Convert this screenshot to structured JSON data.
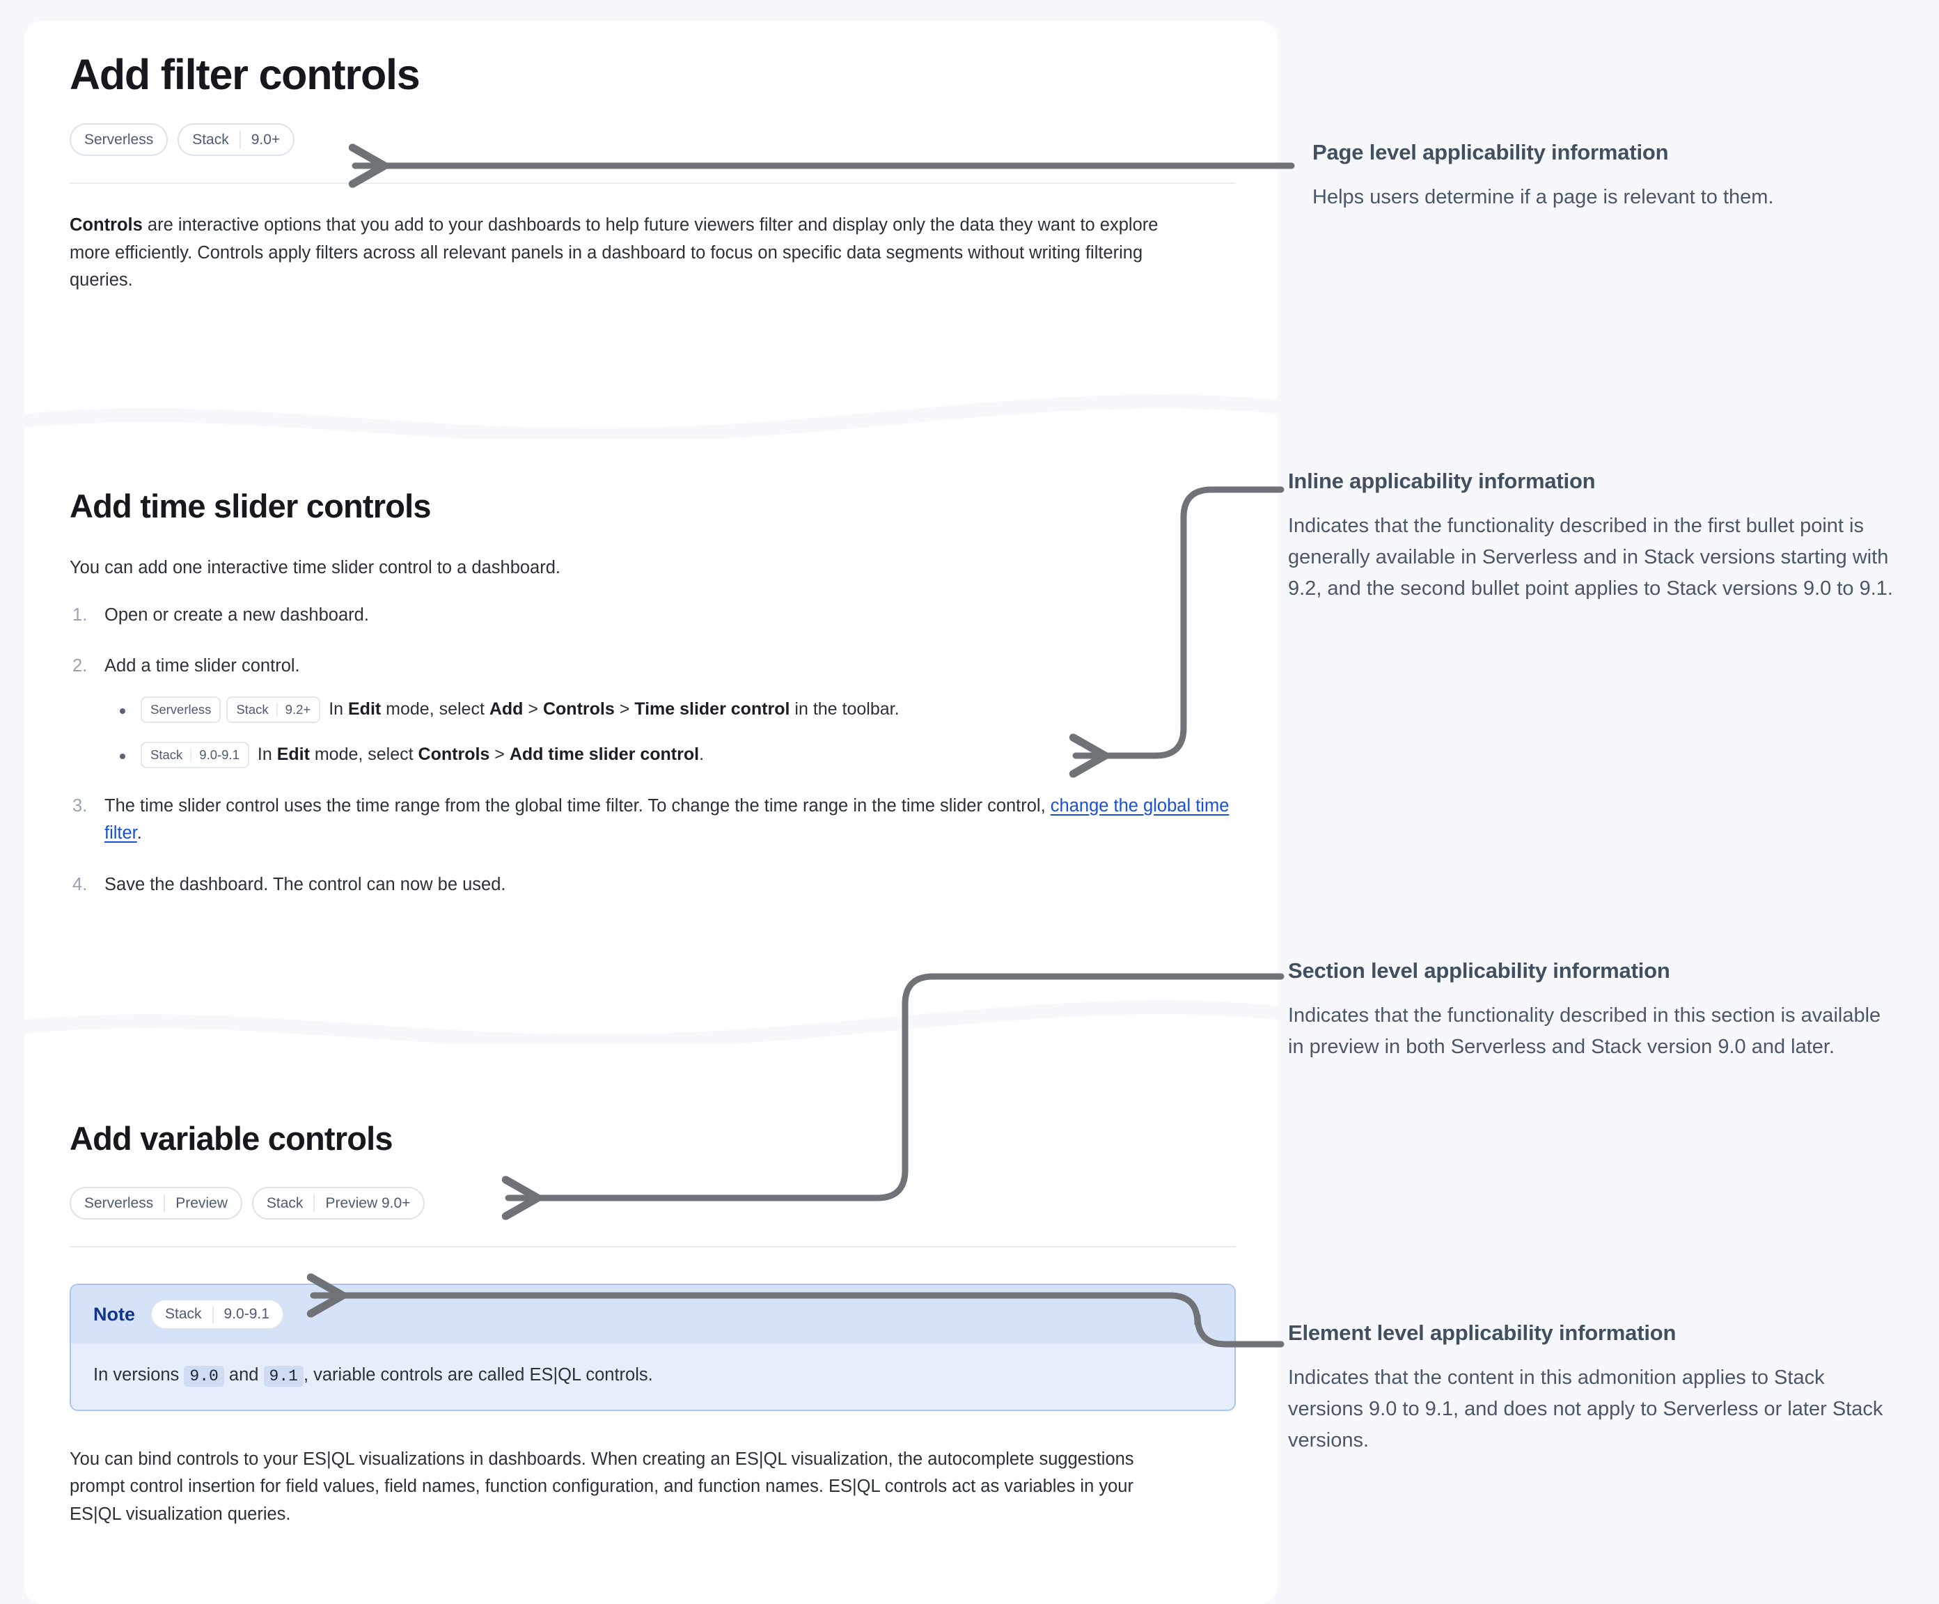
{
  "page": {
    "title": "Add filter controls",
    "applicability": [
      {
        "product": "Serverless",
        "version": ""
      },
      {
        "product": "Stack",
        "version": "9.0+"
      }
    ],
    "intro_lead": "Controls",
    "intro_rest": " are interactive options that you add to your dashboards to help future viewers filter and display only the data they want to explore more efficiently. Controls apply filters across all relevant panels in a dashboard to focus on specific data segments without writing filtering queries."
  },
  "section_time_slider": {
    "title": "Add time slider controls",
    "intro": "You can add one interactive time slider control to a dashboard.",
    "steps": [
      {
        "text": "Open or create a new dashboard."
      },
      {
        "text": "Add a time slider control."
      },
      {
        "text_a": "The time slider control uses the time range from the global time filter. To change the time range in the time slider control, ",
        "link": "change the global time filter",
        "text_b": "."
      },
      {
        "text": "Save the dashboard. The control can now be used."
      }
    ],
    "bullets": [
      {
        "badges": [
          {
            "product": "Serverless",
            "version": ""
          },
          {
            "product": "Stack",
            "version": "9.2+"
          }
        ],
        "prefix": "In ",
        "bold1": "Edit",
        "mid1": " mode, select ",
        "bold2": "Add",
        "mid2": " > ",
        "bold3": "Controls",
        "mid3": " > ",
        "bold4": "Time slider control",
        "suffix": " in the toolbar."
      },
      {
        "badges": [
          {
            "product": "Stack",
            "version": "9.0-9.1"
          }
        ],
        "prefix": "In ",
        "bold1": "Edit",
        "mid1": " mode, select ",
        "bold2": "Controls",
        "mid2": " > ",
        "bold3": "Add time slider control",
        "mid3": "",
        "bold4": "",
        "suffix": "."
      }
    ]
  },
  "section_variable": {
    "title": "Add variable controls",
    "applicability": [
      {
        "product": "Serverless",
        "version": "Preview"
      },
      {
        "product": "Stack",
        "version": "Preview 9.0+"
      }
    ],
    "note": {
      "label": "Note",
      "badge": {
        "product": "Stack",
        "version": "9.0-9.1"
      },
      "text_a": "In versions ",
      "code1": "9.0",
      "text_b": " and ",
      "code2": "9.1",
      "text_c": ", variable controls are called ES|QL controls."
    },
    "paragraph": "You can bind controls to your ES|QL visualizations in dashboards. When creating an ES|QL visualization, the autocomplete suggestions prompt control insertion for field values, field names, function configuration, and function names. ES|QL controls act as variables in your ES|QL visualization queries."
  },
  "annotations": [
    {
      "title": "Page level applicability information",
      "body": "Helps users determine if a page is relevant to them."
    },
    {
      "title": "Inline applicability information",
      "body": "Indicates that the functionality described in the first bullet point is generally available in Serverless and in Stack versions starting with 9.2, and the second bullet point applies to Stack versions 9.0 to 9.1."
    },
    {
      "title": "Section level applicability information",
      "body": "Indicates that the functionality described in this section is available in preview in both Serverless and Stack version 9.0 and later."
    },
    {
      "title": "Element level applicability information",
      "body": "Indicates that the content in this admonition applies to Stack versions 9.0 to 9.1, and does not apply to Serverless or later Stack versions."
    }
  ],
  "colors": {
    "page_background": "#f6f8fc",
    "panel_background": "#ffffff",
    "connector": "#6f7276",
    "link": "#1750d6",
    "note_border": "#a9c4f0",
    "note_header": "#d5e2f8",
    "note_body": "#e6edfb",
    "annotation_title": "#41505f"
  }
}
